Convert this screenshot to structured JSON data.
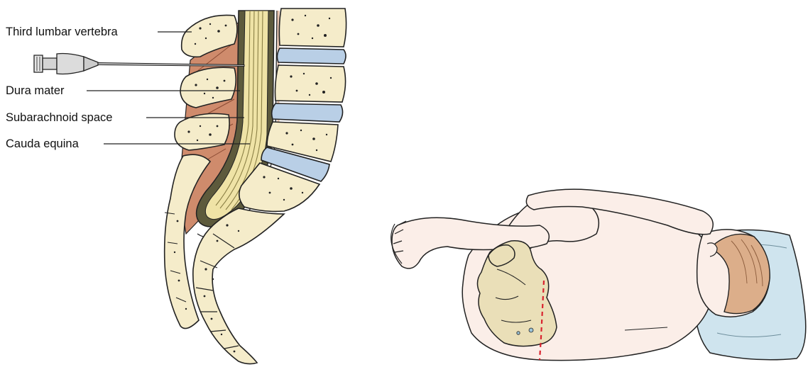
{
  "labels": [
    {
      "id": "third-lumbar-vertebra",
      "text": "Third lumbar vertebra"
    },
    {
      "id": "dura-mater",
      "text": "Dura mater"
    },
    {
      "id": "subarachnoid-space",
      "text": "Subarachnoid space"
    },
    {
      "id": "cauda-equina",
      "text": "Cauda equina"
    }
  ],
  "colors": {
    "bone": "#f5ecca",
    "disc": "#b9cfe6",
    "dura": "#5d5a3c",
    "nerve": "#efe3a6",
    "muscle": "#cf8b6c",
    "skin": "#fbeee8",
    "pillow": "#cfe4ee",
    "hair": "#dcae8a",
    "needle_line": "#d9232f"
  },
  "icons": [
    "spinal-needle-icon",
    "lumbar-spine-illustration",
    "patient-fetal-position-illustration"
  ]
}
